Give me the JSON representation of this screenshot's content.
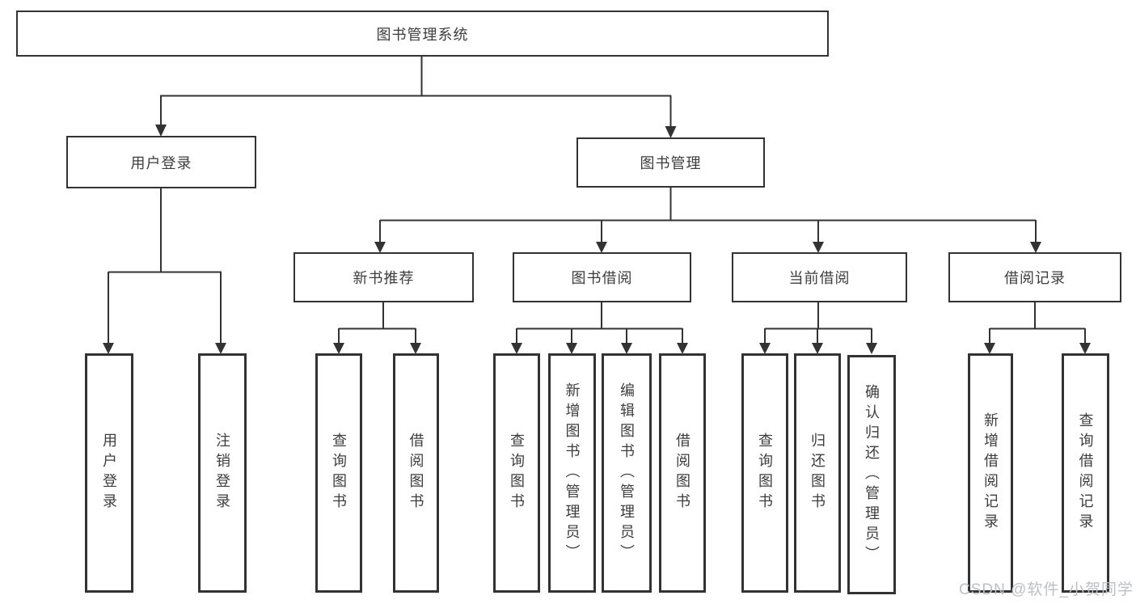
{
  "diagram": {
    "root": {
      "label": "图书管理系统"
    },
    "branches": [
      {
        "label": "用户登录",
        "children": [
          {
            "label": "用户登录"
          },
          {
            "label": "注销登录"
          }
        ]
      },
      {
        "label": "图书管理",
        "children": [
          {
            "label": "新书推荐",
            "children": [
              {
                "label": "查询图书"
              },
              {
                "label": "借阅图书"
              }
            ]
          },
          {
            "label": "图书借阅",
            "children": [
              {
                "label": "查询图书"
              },
              {
                "label": "新增图书（管理员）"
              },
              {
                "label": "编辑图书（管理员）"
              },
              {
                "label": "借阅图书"
              }
            ]
          },
          {
            "label": "当前借阅",
            "children": [
              {
                "label": "查询图书"
              },
              {
                "label": "归还图书"
              },
              {
                "label": "确认归还（管理员）"
              }
            ]
          },
          {
            "label": "借阅记录",
            "children": [
              {
                "label": "新增借阅记录"
              },
              {
                "label": "查询借阅记录"
              }
            ]
          }
        ]
      }
    ],
    "watermark": "CSDN @软件_小贺同学",
    "colors": {
      "line": "#333333",
      "box_border": "#333333",
      "box_background": "#ffffff",
      "text": "#3d3d3d",
      "watermark": "#bcc0c4",
      "background": "#ffffff"
    }
  }
}
